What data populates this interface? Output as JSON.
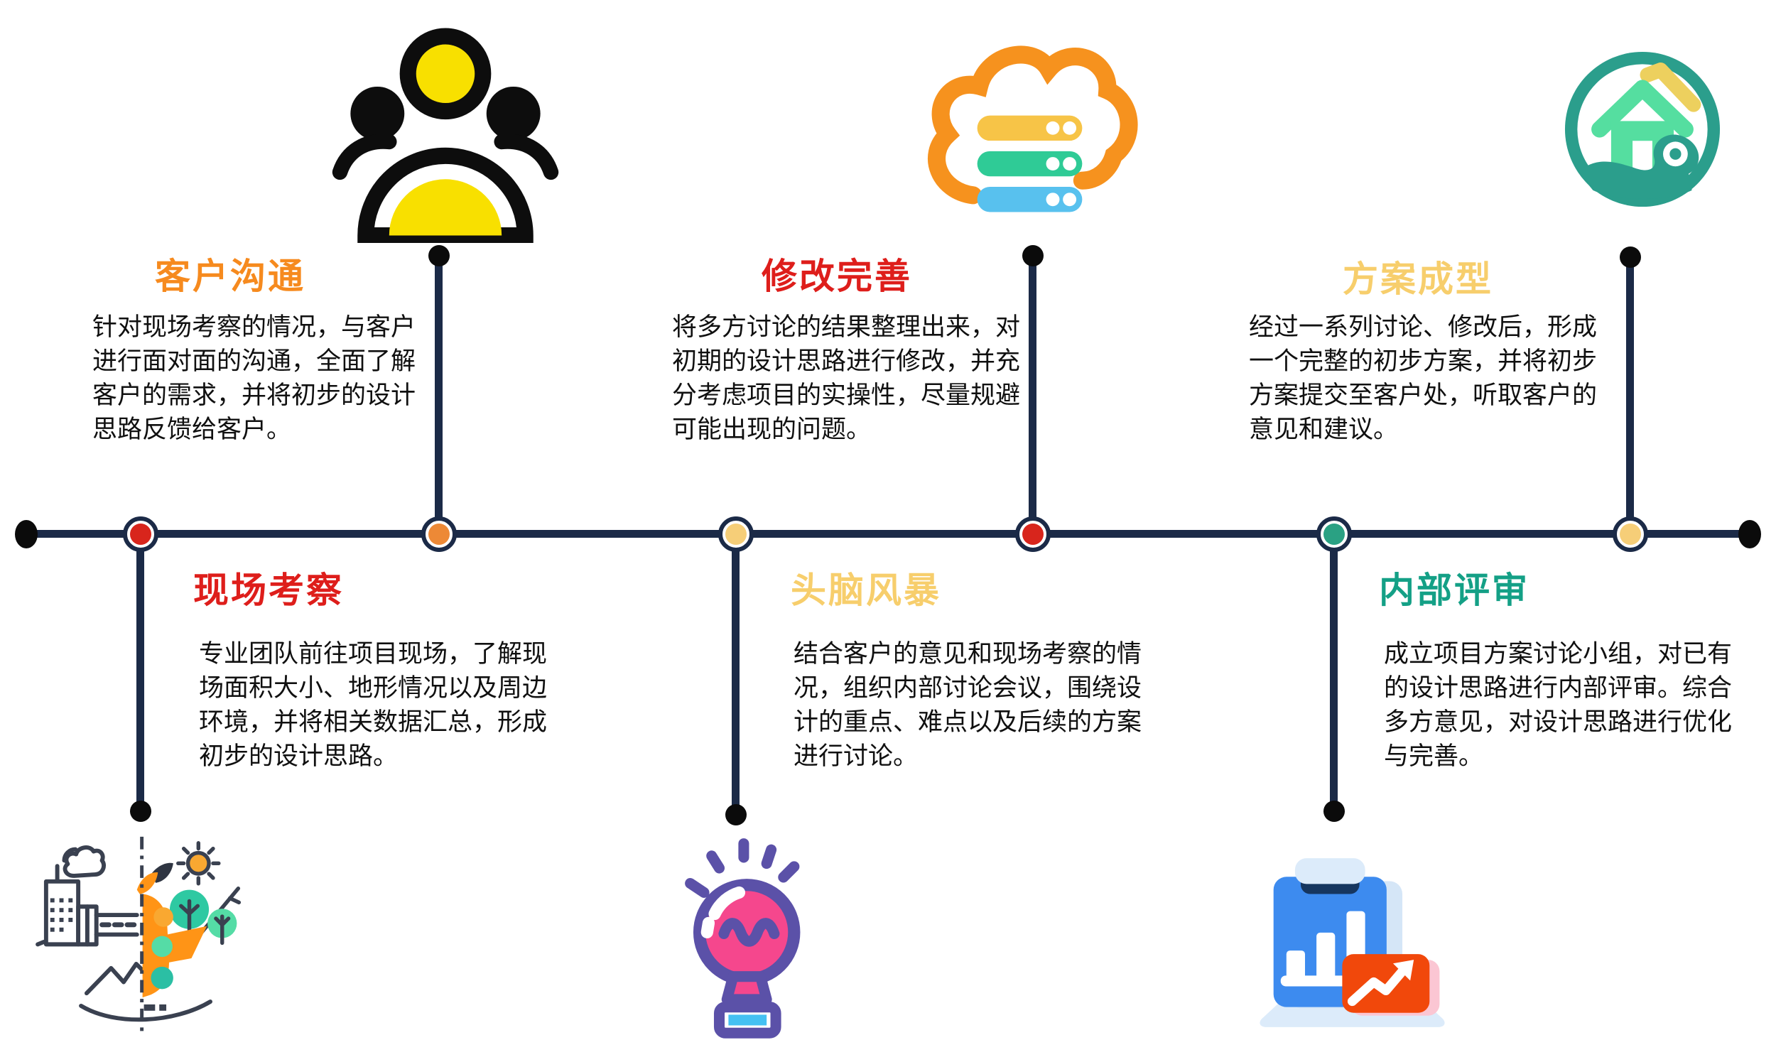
{
  "theme": {
    "line_color": "#1B2A47",
    "dot_color": "#0B0B0B",
    "text_color": "#101010",
    "background": "#FFFFFF"
  },
  "palette": {
    "orange": "#F68A1E",
    "red": "#DE1E1B",
    "yellow": "#F7CE6C",
    "teal": "#14A086",
    "navy": "#1B2A47"
  },
  "stages": [
    {
      "id": "site-survey",
      "title": "现场考察",
      "title_color": "#DE1E1B",
      "node_color": "#D8251C",
      "branch": "down",
      "icon": "site-survey-icon",
      "description": "专业团队前往项目现场，了解现场面积大小、地形情况以及周边环境，并将相关数据汇总，形成初步的设计思路。"
    },
    {
      "id": "customer-communication",
      "title": "客户沟通",
      "title_color": "#F68A1E",
      "node_color": "#ED8936",
      "branch": "up",
      "icon": "people-group-icon",
      "description": "针对现场考察的情况，与客户进行面对面的沟通，全面了解客户的需求，并将初步的设计思路反馈给客户。"
    },
    {
      "id": "brainstorm",
      "title": "头脑风暴",
      "title_color": "#F7CE6C",
      "node_color": "#F6CE78",
      "branch": "down",
      "icon": "lightbulb-icon",
      "description": "结合客户的意见和现场考察的情况，组织内部讨论会议，围绕设计的重点、难点以及后续的方案进行讨论。"
    },
    {
      "id": "revise-improve",
      "title": "修改完善",
      "title_color": "#DE1E1B",
      "node_color": "#D8251C",
      "branch": "up",
      "icon": "cloud-server-icon",
      "description": "将多方讨论的结果整理出来，对初期的设计思路进行修改，并充分考虑项目的实操性，尽量规避可能出现的问题。"
    },
    {
      "id": "internal-review",
      "title": "内部评审",
      "title_color": "#14A086",
      "node_color": "#2AA183",
      "branch": "down",
      "icon": "clipboard-chart-icon",
      "description": "成立项目方案讨论小组，对已有的设计思路进行内部评审。综合多方意见，对设计思路进行优化与完善。"
    },
    {
      "id": "plan-formed",
      "title": "方案成型",
      "title_color": "#F7CE6C",
      "node_color": "#F6CE78",
      "branch": "up",
      "icon": "house-circle-icon",
      "description": "经过一系列讨论、修改后，形成一个完整的初步方案，并将初步方案提交至客户处，听取客户的意见和建议。"
    }
  ]
}
